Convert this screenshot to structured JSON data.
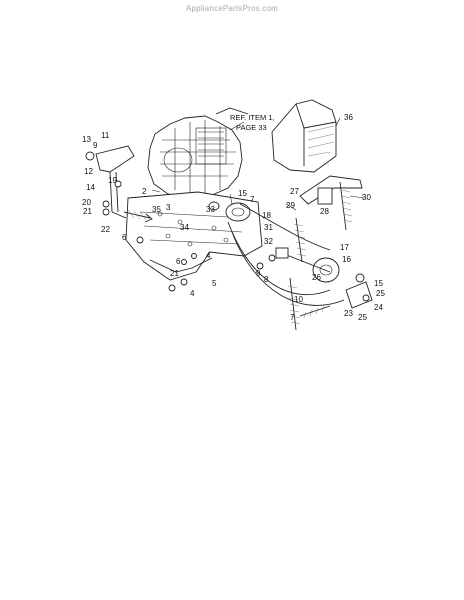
{
  "watermark": "AppliancePartsPros.com",
  "reference_note": {
    "line1": "REF. ITEM 1,",
    "line2": "PAGE 33"
  },
  "callouts": [
    "36",
    "13",
    "11",
    "9",
    "12",
    "14",
    "19",
    "20",
    "21",
    "22",
    "6",
    "2",
    "3",
    "15",
    "7",
    "33",
    "18",
    "34",
    "31",
    "32",
    "29",
    "28",
    "27",
    "30",
    "17",
    "16",
    "26",
    "9",
    "8",
    "10",
    "6",
    "21",
    "5",
    "4",
    "4",
    "15",
    "25",
    "24",
    "23",
    "25",
    "7",
    "35"
  ]
}
